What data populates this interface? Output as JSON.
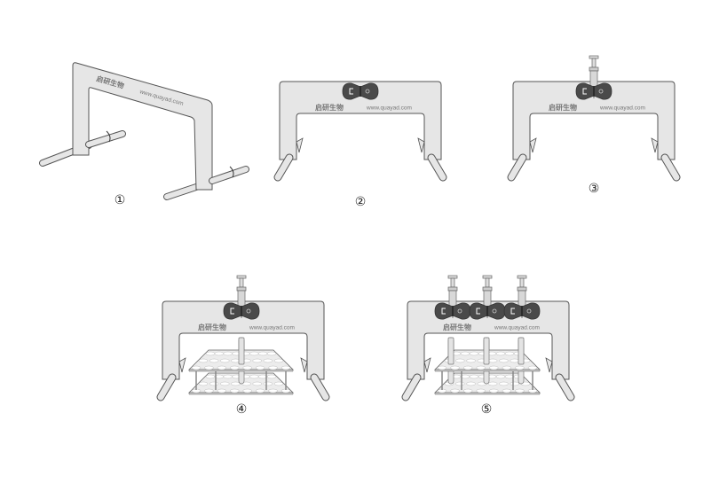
{
  "figure": {
    "brand_text": "启研生物",
    "url_text": "www.quayad.com",
    "steps": [
      {
        "label": "①"
      },
      {
        "label": "②"
      },
      {
        "label": "③"
      },
      {
        "label": "④"
      },
      {
        "label": "⑤"
      }
    ]
  },
  "colors": {
    "frame_fill": "#e6e6e6",
    "frame_stroke": "#555555",
    "clamp_fill": "#4a4a4a",
    "rack_fill": "#ececec"
  }
}
